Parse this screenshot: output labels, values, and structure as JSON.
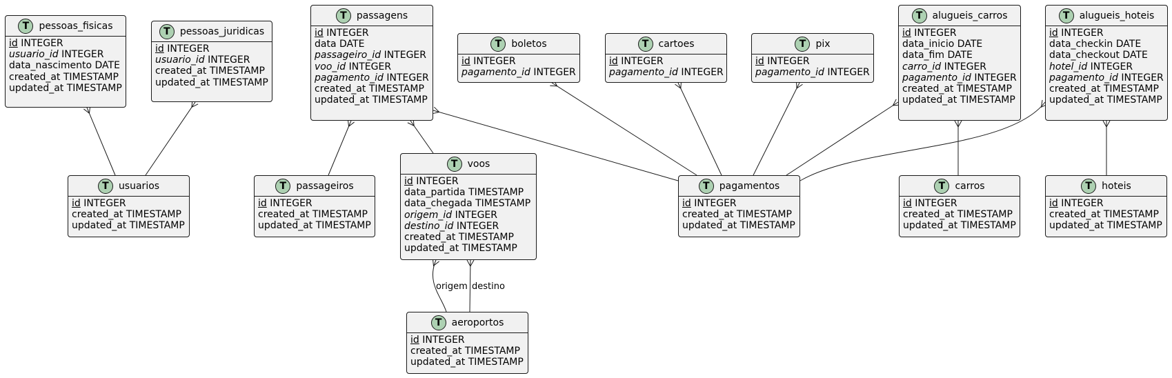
{
  "colors": {
    "badge": "#ADD1B2",
    "border": "#181818",
    "fill": "#F1F1F1",
    "line": "#181818"
  },
  "icons": {
    "entity_badge": "table-icon"
  },
  "entities": [
    {
      "id": "pessoas_fisicas",
      "title": "pessoas_fisicas",
      "badge": "T",
      "attrs": [
        {
          "name": "id",
          "type": "INTEGER",
          "key": "pk"
        },
        {
          "name": "usuario_id",
          "type": "INTEGER",
          "key": "fk"
        },
        {
          "name": "data_nascimento",
          "type": "DATE",
          "key": ""
        },
        {
          "name": "created_at",
          "type": "TIMESTAMP",
          "key": ""
        },
        {
          "name": "updated_at",
          "type": "TIMESTAMP",
          "key": ""
        }
      ]
    },
    {
      "id": "pessoas_juridicas",
      "title": "pessoas_juridicas",
      "badge": "T",
      "attrs": [
        {
          "name": "id",
          "type": "INTEGER",
          "key": "pk"
        },
        {
          "name": "usuario_id",
          "type": "INTEGER",
          "key": "fk"
        },
        {
          "name": "created_at",
          "type": "TIMESTAMP",
          "key": ""
        },
        {
          "name": "updated_at",
          "type": "TIMESTAMP",
          "key": ""
        }
      ]
    },
    {
      "id": "passagens",
      "title": "passagens",
      "badge": "T",
      "attrs": [
        {
          "name": "id",
          "type": "INTEGER",
          "key": "pk"
        },
        {
          "name": "data",
          "type": "DATE",
          "key": ""
        },
        {
          "name": "passageiro_id",
          "type": "INTEGER",
          "key": "fk"
        },
        {
          "name": "voo_id",
          "type": "INTEGER",
          "key": "fk"
        },
        {
          "name": "pagamento_id",
          "type": "INTEGER",
          "key": "fk"
        },
        {
          "name": "created_at",
          "type": "TIMESTAMP",
          "key": ""
        },
        {
          "name": "updated_at",
          "type": "TIMESTAMP",
          "key": ""
        }
      ]
    },
    {
      "id": "boletos",
      "title": "boletos",
      "badge": "T",
      "attrs": [
        {
          "name": "id",
          "type": "INTEGER",
          "key": "pk"
        },
        {
          "name": "pagamento_id",
          "type": "INTEGER",
          "key": "fk"
        }
      ]
    },
    {
      "id": "cartoes",
      "title": "cartoes",
      "badge": "T",
      "attrs": [
        {
          "name": "id",
          "type": "INTEGER",
          "key": "pk"
        },
        {
          "name": "pagamento_id",
          "type": "INTEGER",
          "key": "fk"
        }
      ]
    },
    {
      "id": "pix",
      "title": "pix",
      "badge": "T",
      "attrs": [
        {
          "name": "id",
          "type": "INTEGER",
          "key": "pk"
        },
        {
          "name": "pagamento_id",
          "type": "INTEGER",
          "key": "fk"
        }
      ]
    },
    {
      "id": "alugueis_carros",
      "title": "alugueis_carros",
      "badge": "T",
      "attrs": [
        {
          "name": "id",
          "type": "INTEGER",
          "key": "pk"
        },
        {
          "name": "data_inicio",
          "type": "DATE",
          "key": ""
        },
        {
          "name": "data_fim",
          "type": "DATE",
          "key": ""
        },
        {
          "name": "carro_id",
          "type": "INTEGER",
          "key": "fk"
        },
        {
          "name": "pagamento_id",
          "type": "INTEGER",
          "key": "fk"
        },
        {
          "name": "created_at",
          "type": "TIMESTAMP",
          "key": ""
        },
        {
          "name": "updated_at",
          "type": "TIMESTAMP",
          "key": ""
        }
      ]
    },
    {
      "id": "alugueis_hoteis",
      "title": "alugueis_hoteis",
      "badge": "T",
      "attrs": [
        {
          "name": "id",
          "type": "INTEGER",
          "key": "pk"
        },
        {
          "name": "data_checkin",
          "type": "DATE",
          "key": ""
        },
        {
          "name": "data_checkout",
          "type": "DATE",
          "key": ""
        },
        {
          "name": "hotel_id",
          "type": "INTEGER",
          "key": "fk"
        },
        {
          "name": "pagamento_id",
          "type": "INTEGER",
          "key": "fk"
        },
        {
          "name": "created_at",
          "type": "TIMESTAMP",
          "key": ""
        },
        {
          "name": "updated_at",
          "type": "TIMESTAMP",
          "key": ""
        }
      ]
    },
    {
      "id": "usuarios",
      "title": "usuarios",
      "badge": "T",
      "attrs": [
        {
          "name": "id",
          "type": "INTEGER",
          "key": "pk"
        },
        {
          "name": "created_at",
          "type": "TIMESTAMP",
          "key": ""
        },
        {
          "name": "updated_at",
          "type": "TIMESTAMP",
          "key": ""
        }
      ]
    },
    {
      "id": "passageiros",
      "title": "passageiros",
      "badge": "T",
      "attrs": [
        {
          "name": "id",
          "type": "INTEGER",
          "key": "pk"
        },
        {
          "name": "created_at",
          "type": "TIMESTAMP",
          "key": ""
        },
        {
          "name": "updated_at",
          "type": "TIMESTAMP",
          "key": ""
        }
      ]
    },
    {
      "id": "voos",
      "title": "voos",
      "badge": "T",
      "attrs": [
        {
          "name": "id",
          "type": "INTEGER",
          "key": "pk"
        },
        {
          "name": "data_partida",
          "type": "TIMESTAMP",
          "key": ""
        },
        {
          "name": "data_chegada",
          "type": "TIMESTAMP",
          "key": ""
        },
        {
          "name": "origem_id",
          "type": "INTEGER",
          "key": "fk"
        },
        {
          "name": "destino_id",
          "type": "INTEGER",
          "key": "fk"
        },
        {
          "name": "created_at",
          "type": "TIMESTAMP",
          "key": ""
        },
        {
          "name": "updated_at",
          "type": "TIMESTAMP",
          "key": ""
        }
      ]
    },
    {
      "id": "pagamentos",
      "title": "pagamentos",
      "badge": "T",
      "attrs": [
        {
          "name": "id",
          "type": "INTEGER",
          "key": "pk"
        },
        {
          "name": "created_at",
          "type": "TIMESTAMP",
          "key": ""
        },
        {
          "name": "updated_at",
          "type": "TIMESTAMP",
          "key": ""
        }
      ]
    },
    {
      "id": "carros",
      "title": "carros",
      "badge": "T",
      "attrs": [
        {
          "name": "id",
          "type": "INTEGER",
          "key": "pk"
        },
        {
          "name": "created_at",
          "type": "TIMESTAMP",
          "key": ""
        },
        {
          "name": "updated_at",
          "type": "TIMESTAMP",
          "key": ""
        }
      ]
    },
    {
      "id": "hoteis",
      "title": "hoteis",
      "badge": "T",
      "attrs": [
        {
          "name": "id",
          "type": "INTEGER",
          "key": "pk"
        },
        {
          "name": "created_at",
          "type": "TIMESTAMP",
          "key": ""
        },
        {
          "name": "updated_at",
          "type": "TIMESTAMP",
          "key": ""
        }
      ]
    },
    {
      "id": "aeroportos",
      "title": "aeroportos",
      "badge": "T",
      "attrs": [
        {
          "name": "id",
          "type": "INTEGER",
          "key": "pk"
        },
        {
          "name": "created_at",
          "type": "TIMESTAMP",
          "key": ""
        },
        {
          "name": "updated_at",
          "type": "TIMESTAMP",
          "key": ""
        }
      ]
    }
  ],
  "relationships": [
    {
      "from": "pessoas_fisicas",
      "to": "usuarios",
      "label": ""
    },
    {
      "from": "pessoas_juridicas",
      "to": "usuarios",
      "label": ""
    },
    {
      "from": "passagens",
      "to": "passageiros",
      "label": ""
    },
    {
      "from": "passagens",
      "to": "voos",
      "label": ""
    },
    {
      "from": "passagens",
      "to": "pagamentos",
      "label": ""
    },
    {
      "from": "boletos",
      "to": "pagamentos",
      "label": ""
    },
    {
      "from": "cartoes",
      "to": "pagamentos",
      "label": ""
    },
    {
      "from": "pix",
      "to": "pagamentos",
      "label": ""
    },
    {
      "from": "alugueis_carros",
      "to": "pagamentos",
      "label": ""
    },
    {
      "from": "alugueis_carros",
      "to": "carros",
      "label": ""
    },
    {
      "from": "alugueis_hoteis",
      "to": "pagamentos",
      "label": ""
    },
    {
      "from": "alugueis_hoteis",
      "to": "hoteis",
      "label": ""
    },
    {
      "from": "voos",
      "to": "aeroportos",
      "label": "origem"
    },
    {
      "from": "voos",
      "to": "aeroportos",
      "label": "destino"
    }
  ]
}
